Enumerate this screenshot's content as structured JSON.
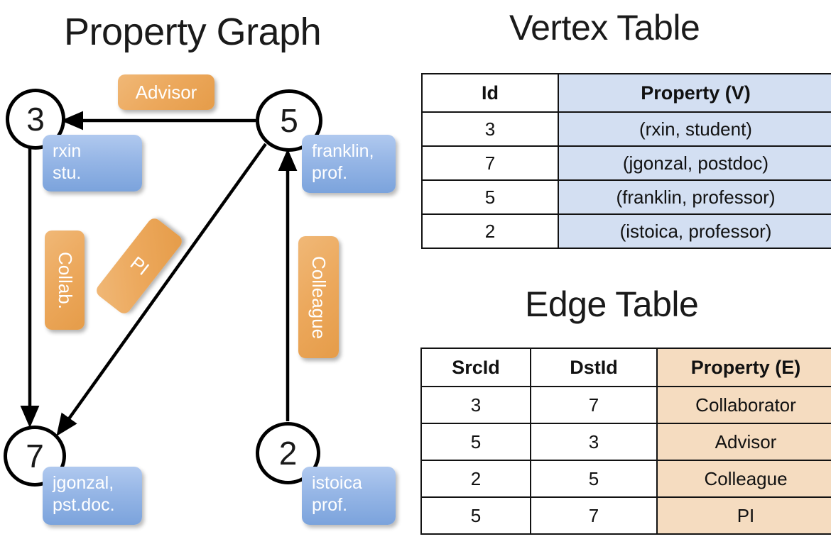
{
  "graph_panel": {
    "title": "Property Graph",
    "nodes": [
      {
        "id": "3",
        "property_label": [
          "rxin",
          "stu."
        ]
      },
      {
        "id": "5",
        "property_label": [
          "franklin,",
          "prof."
        ]
      },
      {
        "id": "7",
        "property_label": [
          "jgonzal,",
          "pst.doc."
        ]
      },
      {
        "id": "2",
        "property_label": [
          "istoica",
          "prof."
        ]
      }
    ],
    "edge_labels": [
      {
        "name": "advisor",
        "text": "Advisor",
        "orientation": "horizontal"
      },
      {
        "name": "collab",
        "text": "Collab.",
        "orientation": "vertical"
      },
      {
        "name": "pi",
        "text": "PI",
        "orientation": "diagonal"
      },
      {
        "name": "colleague",
        "text": "Colleague",
        "orientation": "vertical"
      }
    ],
    "edges": [
      {
        "from": "5",
        "to": "3",
        "label": "Advisor"
      },
      {
        "from": "3",
        "to": "7",
        "label": "Collab."
      },
      {
        "from": "5",
        "to": "7",
        "label": "PI"
      },
      {
        "from": "2",
        "to": "5",
        "label": "Colleague"
      }
    ],
    "colors": {
      "node_stroke": "#000000",
      "node_fill": "#ffffff",
      "vertex_property_box": "#96b6e6",
      "edge_label_box": "#eca85c",
      "edge_line": "#000000"
    }
  },
  "vertex_table": {
    "title": "Vertex Table",
    "headers": [
      "Id",
      "Property (V)"
    ],
    "rows": [
      [
        "3",
        "(rxin, student)"
      ],
      [
        "7",
        "(jgonzal, postdoc)"
      ],
      [
        "5",
        "(franklin, professor)"
      ],
      [
        "2",
        "(istoica, professor)"
      ]
    ],
    "property_column_color": "#d3dff2"
  },
  "edge_table": {
    "title": "Edge Table",
    "headers": [
      "SrcId",
      "DstId",
      "Property (E)"
    ],
    "rows": [
      [
        "3",
        "7",
        "Collaborator"
      ],
      [
        "5",
        "3",
        "Advisor"
      ],
      [
        "2",
        "5",
        "Colleague"
      ],
      [
        "5",
        "7",
        "PI"
      ]
    ],
    "property_column_color": "#f5dcc0"
  }
}
